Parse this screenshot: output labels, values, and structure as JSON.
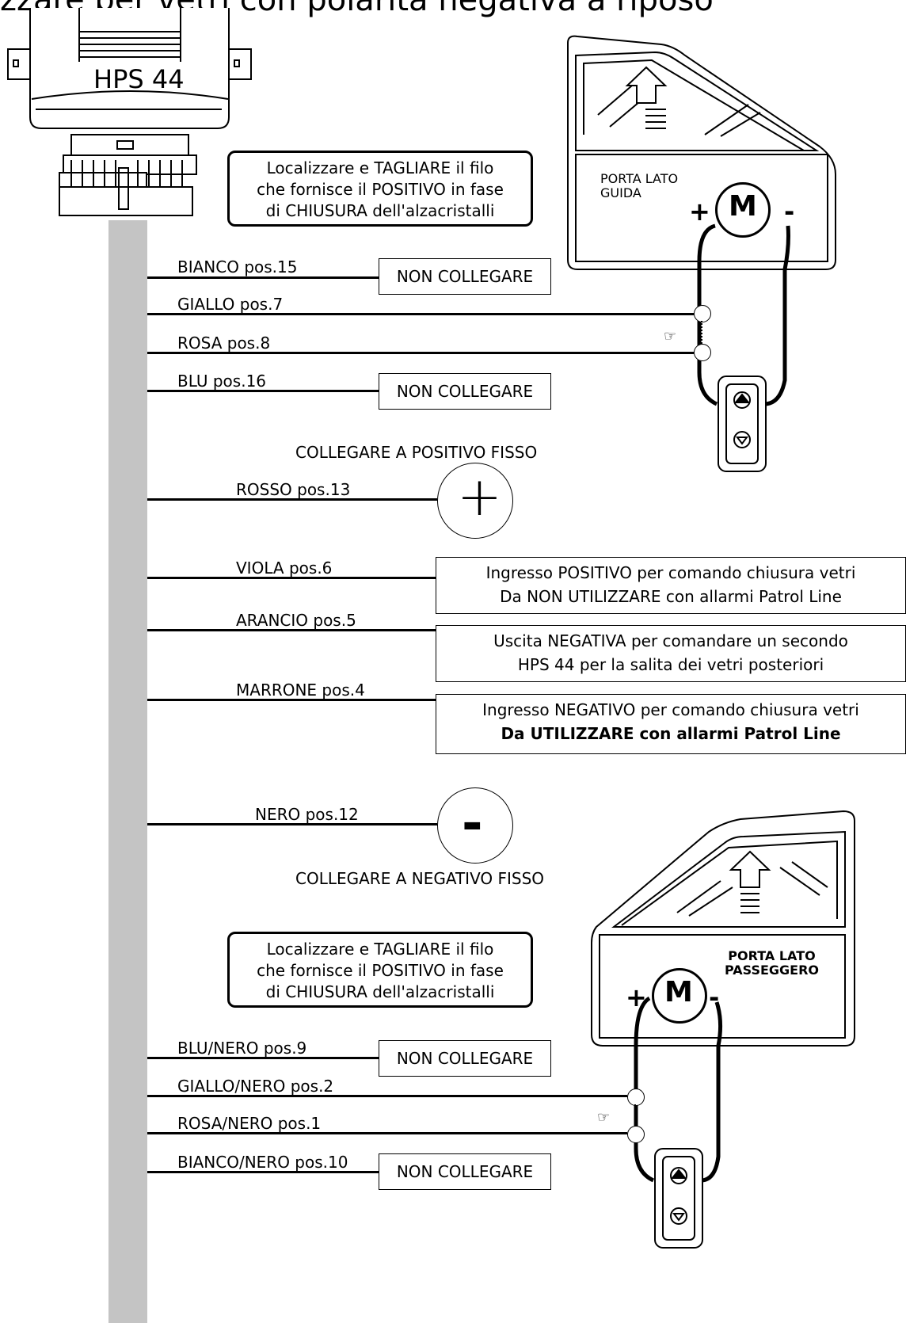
{
  "title": "zzare per vetri con polarità negativa a riposo",
  "module": {
    "label": "HPS 44"
  },
  "notes": {
    "top": [
      "Localizzare e TAGLIARE il filo",
      "che fornisce il POSITIVO in fase",
      "di CHIUSURA dell'alzacristalli"
    ],
    "bottom": [
      "Localizzare e TAGLIARE il filo",
      "che fornisce il POSITIVO in fase",
      "di CHIUSURA dell'alzacristalli"
    ]
  },
  "doors": {
    "driver": {
      "line1": "PORTA LATO",
      "line2": "GUIDA",
      "motor": "M",
      "plus": "+",
      "minus": "-"
    },
    "passenger": {
      "line1": "PORTA LATO",
      "line2": "PASSEGGERO",
      "motor": "M",
      "plus": "+",
      "minus": "-"
    }
  },
  "wires": {
    "bianco": "BIANCO pos.15",
    "giallo": "GIALLO pos.7",
    "rosa": "ROSA pos.8",
    "blu": "BLU pos.16",
    "rosso": "ROSSO pos.13",
    "viola": "VIOLA pos.6",
    "arancio": "ARANCIO pos.5",
    "marrone": "MARRONE pos.4",
    "nero": "NERO pos.12",
    "blu_nero": "BLU/NERO pos.9",
    "giallo_nero": "GIALLO/NERO pos.2",
    "rosa_nero": "ROSA/NERO pos.1",
    "bianco_nero": "BIANCO/NERO pos.10"
  },
  "labels": {
    "non_collegare": "NON COLLEGARE",
    "positivo_fisso": "COLLEGARE A POSITIVO FISSO",
    "negativo_fisso": "COLLEGARE A NEGATIVO FISSO",
    "plus_symbol": "+",
    "minus_symbol": "-"
  },
  "info": {
    "viola": [
      "Ingresso POSITIVO per comando chiusura vetri",
      "Da NON UTILIZZARE con allarmi Patrol Line"
    ],
    "arancio": [
      "Uscita NEGATIVA per comandare un secondo",
      "HPS 44 per la salita dei vetri posteriori"
    ],
    "marrone": [
      "Ingresso NEGATIVO per comando chiusura vetri",
      "Da UTILIZZARE con allarmi Patrol Line"
    ]
  },
  "colors": {
    "harness": "#c4c4c4",
    "line": "#000000"
  }
}
